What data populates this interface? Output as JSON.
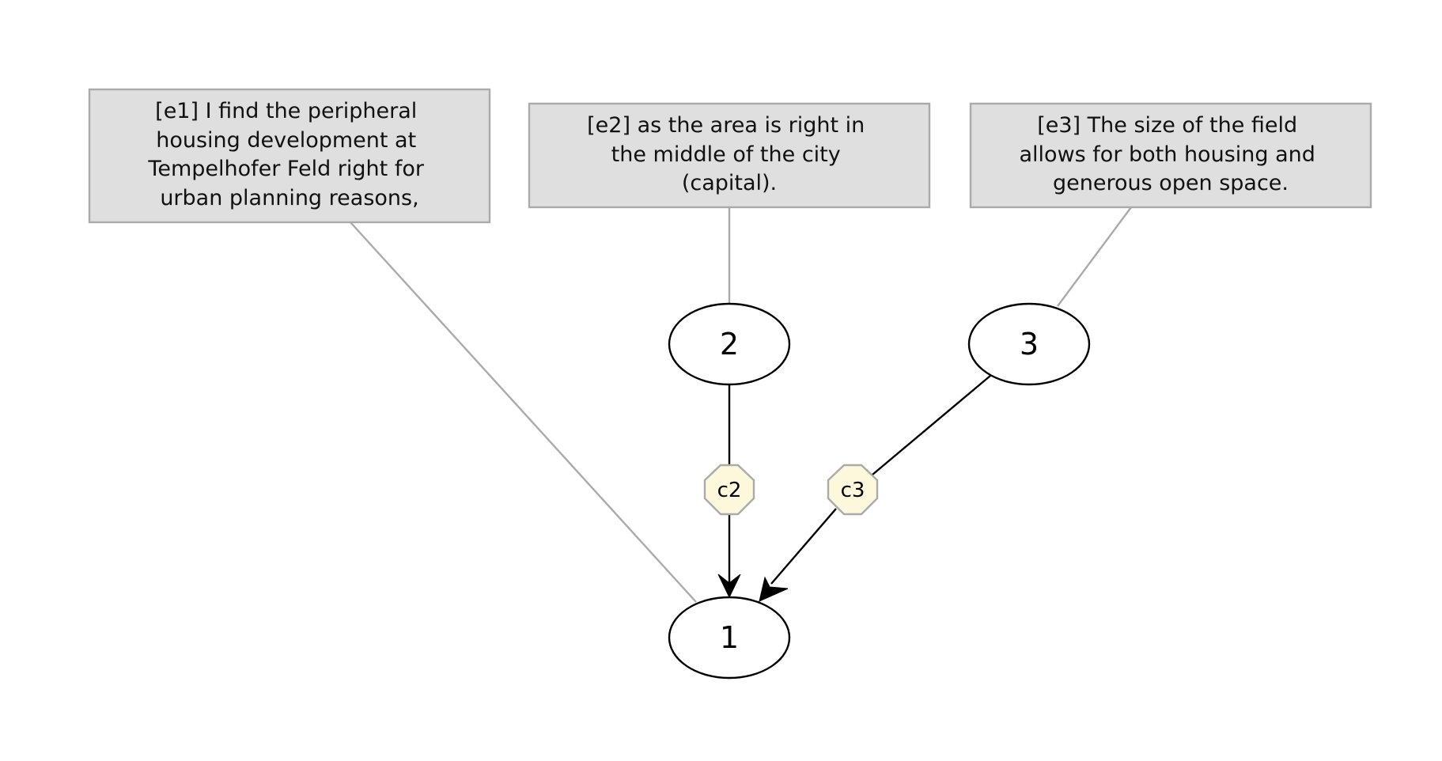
{
  "text_boxes": {
    "e1": {
      "lines": [
        "[e1] I find the peripheral",
        "housing development at",
        "Tempelhofer Feld right for",
        "urban planning reasons,"
      ]
    },
    "e2": {
      "lines": [
        "[e2] as the area is right in",
        "the middle of the city",
        "(capital)."
      ]
    },
    "e3": {
      "lines": [
        "[e3] The size of the field",
        "allows for both housing and",
        "generous open space."
      ]
    }
  },
  "nodes": {
    "n1": {
      "label": "1"
    },
    "n2": {
      "label": "2"
    },
    "n3": {
      "label": "3"
    }
  },
  "connectors": {
    "c2": {
      "label": "c2"
    },
    "c3": {
      "label": "c3"
    }
  },
  "colors": {
    "box_fill": "#dfdfdf",
    "box_stroke": "#aaaaaa",
    "connector_fill": "#fdf8dc",
    "edge": "#000000"
  }
}
